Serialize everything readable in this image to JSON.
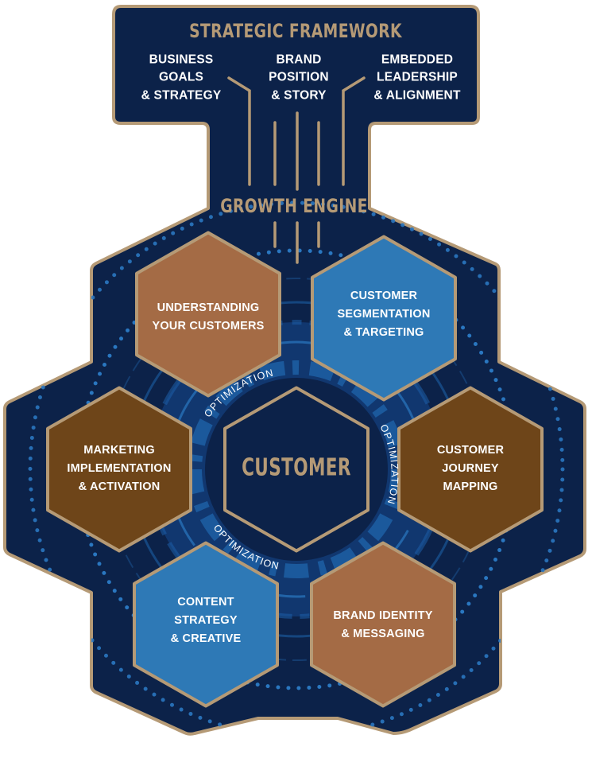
{
  "colors": {
    "navy": "#0c2249",
    "gold": "#b59a76",
    "copper": "#a46b45",
    "brown": "#6e4519",
    "blue": "#2e79b6",
    "ring": "#1d5fa4",
    "text": "#ffffff"
  },
  "framework": {
    "title": "STRATEGIC FRAMEWORK",
    "items": [
      {
        "lines": [
          "BUSINESS",
          "GOALS",
          "& STRATEGY"
        ]
      },
      {
        "lines": [
          "BRAND",
          "POSITION",
          "& STORY"
        ]
      },
      {
        "lines": [
          "EMBEDDED",
          "LEADERSHIP",
          "& ALIGNMENT"
        ]
      }
    ]
  },
  "engine": {
    "title": "GROWTH ENGINE"
  },
  "center": {
    "label": "CUSTOMER"
  },
  "hexagons": [
    {
      "id": "understanding",
      "color": "copper",
      "lines": [
        "UNDERSTANDING",
        "YOUR CUSTOMERS"
      ]
    },
    {
      "id": "segmentation",
      "color": "blue",
      "lines": [
        "CUSTOMER",
        "SEGMENTATION",
        "& TARGETING"
      ]
    },
    {
      "id": "journey",
      "color": "brown",
      "lines": [
        "CUSTOMER",
        "JOURNEY",
        "MAPPING"
      ]
    },
    {
      "id": "brand-identity",
      "color": "copper",
      "lines": [
        "BRAND IDENTITY",
        "& MESSAGING"
      ]
    },
    {
      "id": "content",
      "color": "blue",
      "lines": [
        "CONTENT",
        "STRATEGY",
        "& CREATIVE"
      ]
    },
    {
      "id": "marketing",
      "color": "brown",
      "lines": [
        "MARKETING",
        "IMPLEMENTATION",
        "& ACTIVATION"
      ]
    }
  ],
  "optimization_labels": [
    "OPTIMIZATION",
    "OPTIMIZATION",
    "OPTIMIZATION"
  ]
}
